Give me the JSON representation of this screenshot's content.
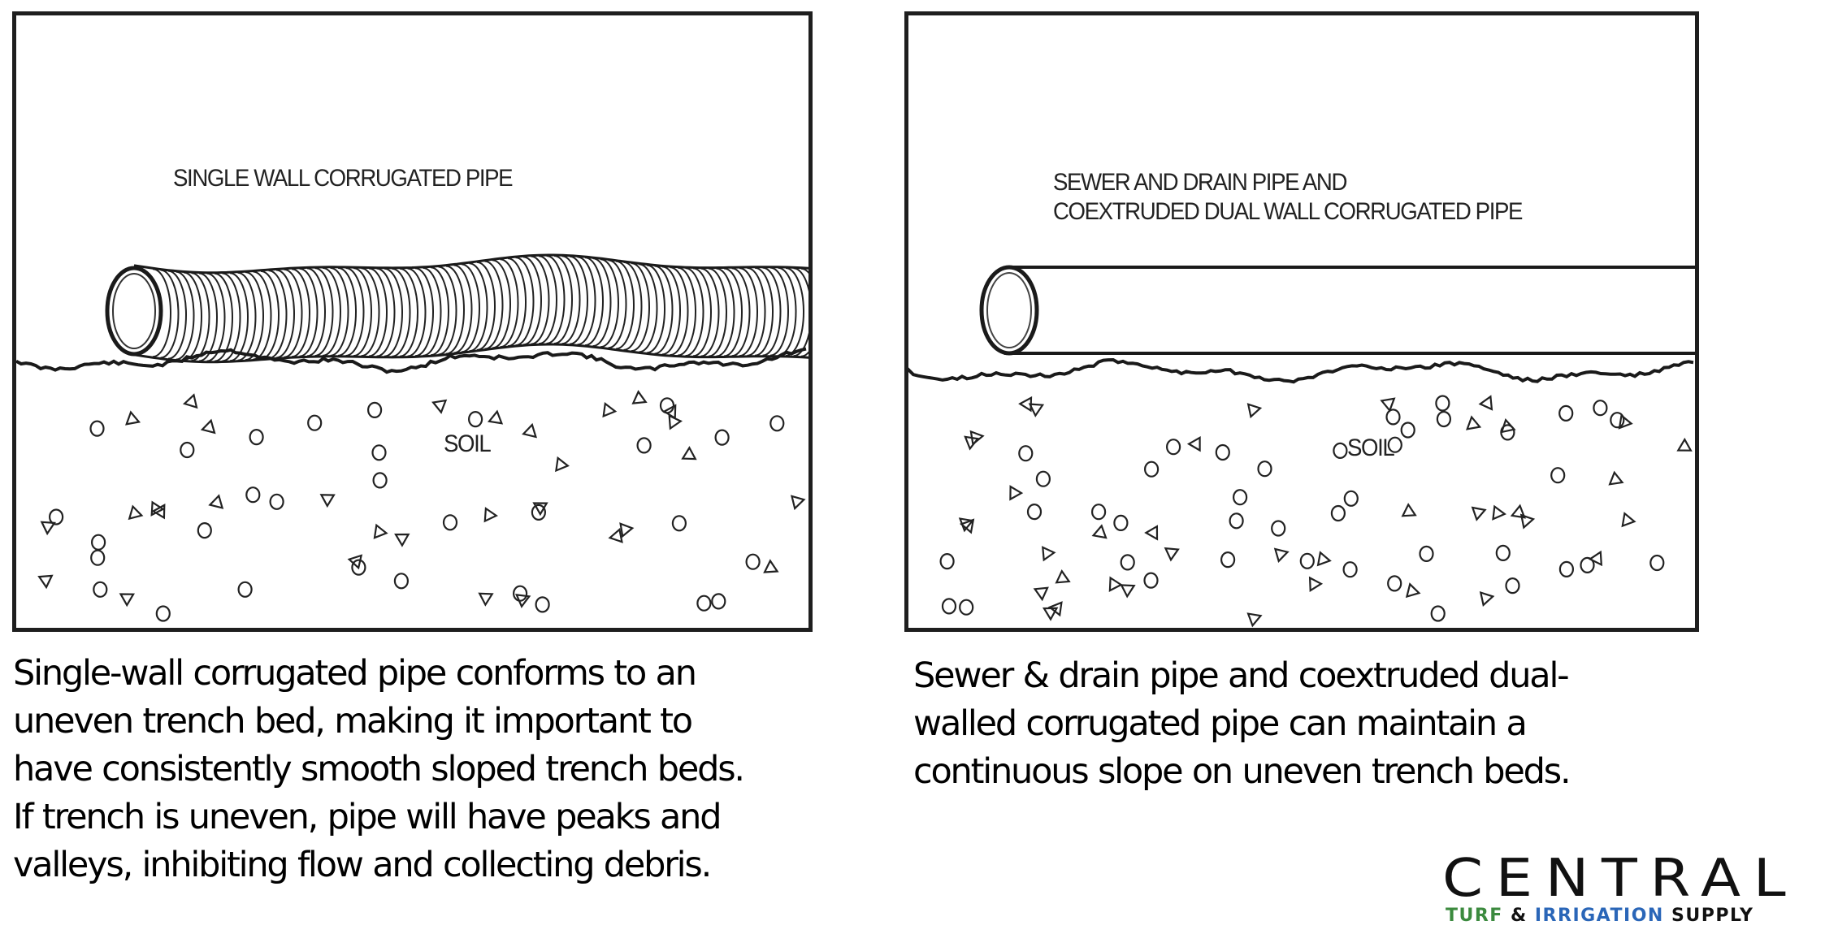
{
  "diagram_left": {
    "title": "SINGLE WALL CORRUGATED PIPE",
    "soil_label": "SOIL",
    "caption_lines": [
      "Single-wall corrugated pipe conforms to an",
      "uneven trench bed, making it important to",
      "have consistently smooth sloped trench beds.",
      "If trench is uneven, pipe will have peaks and",
      "valleys, inhibiting flow and collecting debris."
    ]
  },
  "diagram_right": {
    "title_lines": [
      "SEWER AND DRAIN PIPE AND",
      "COEXTRUDED DUAL WALL CORRUGATED PIPE"
    ],
    "soil_label": "SOIL",
    "caption_lines": [
      "Sewer & drain pipe and coextruded dual-",
      "walled corrugated pipe can maintain a",
      "continuous slope on uneven trench beds."
    ]
  },
  "logo": {
    "main": "CENTRAL",
    "sub_turf": "TURF",
    "sub_amp": "&",
    "sub_irrigation": "IRRIGATION",
    "sub_supply": "SUPPLY",
    "colors": {
      "main": "#111111",
      "turf": "#3b8a3e",
      "irrigation": "#2a66b8",
      "supply": "#111111"
    }
  }
}
